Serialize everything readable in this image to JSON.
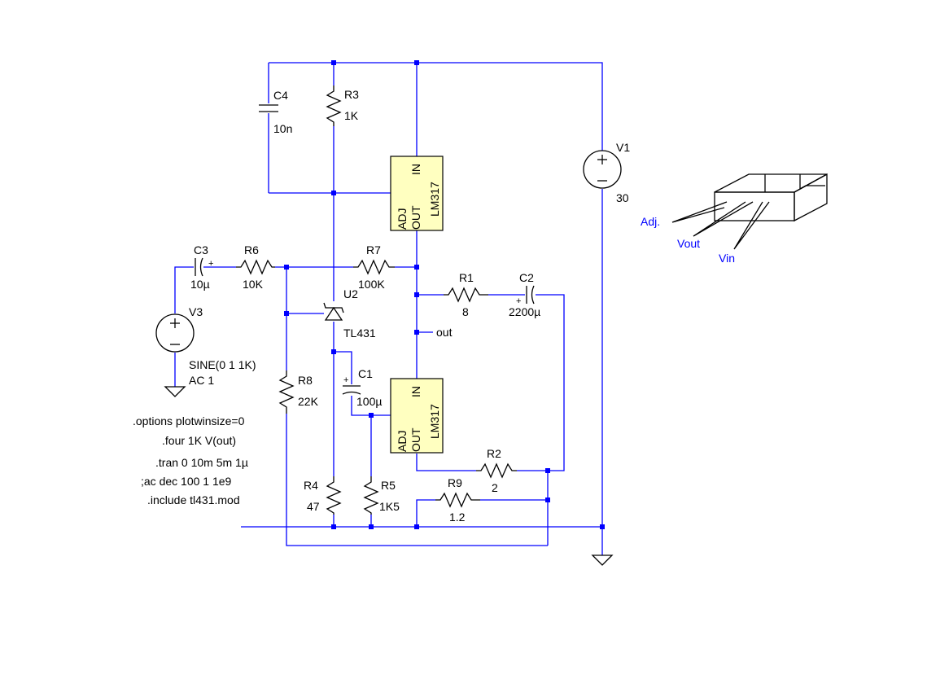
{
  "components": {
    "V1": {
      "ref": "V1",
      "value": "30"
    },
    "V3": {
      "ref": "V3",
      "value": "SINE(0 1 1K)",
      "value2": "AC 1"
    },
    "C3": {
      "ref": "C3",
      "value": "10µ"
    },
    "C4": {
      "ref": "C4",
      "value": "10n"
    },
    "R3": {
      "ref": "R3",
      "value": "1K"
    },
    "R6": {
      "ref": "R6",
      "value": "10K"
    },
    "R7": {
      "ref": "R7",
      "value": "100K"
    },
    "R1": {
      "ref": "R1",
      "value": "8"
    },
    "C2": {
      "ref": "C2",
      "value": "2200µ"
    },
    "U2": {
      "ref": "U2",
      "value": "TL431"
    },
    "C1": {
      "ref": "C1",
      "value": "100µ"
    },
    "R8": {
      "ref": "R8",
      "value": "22K"
    },
    "R4": {
      "ref": "R4",
      "value": "47"
    },
    "R5": {
      "ref": "R5",
      "value": "1K5"
    },
    "R2": {
      "ref": "R2",
      "value": "2"
    },
    "R9": {
      "ref": "R9",
      "value": "1.2"
    },
    "U1": {
      "pin_adj": "ADJ",
      "pin_out": "OUT",
      "pin_in": "IN",
      "name": "LM317"
    },
    "U3": {
      "pin_adj": "ADJ",
      "pin_out": "OUT",
      "pin_in": "IN",
      "name": "LM317"
    }
  },
  "net_labels": {
    "out": "out"
  },
  "directives": [
    ".options plotwinsize=0",
    ".four 1K V(out)",
    ".tran 0 10m 5m 1µ",
    ";ac dec 100 1 1e9",
    ".include tl431.mod"
  ],
  "package_pins": {
    "adj": "Adj.",
    "vout": "Vout",
    "vin": "Vin"
  }
}
